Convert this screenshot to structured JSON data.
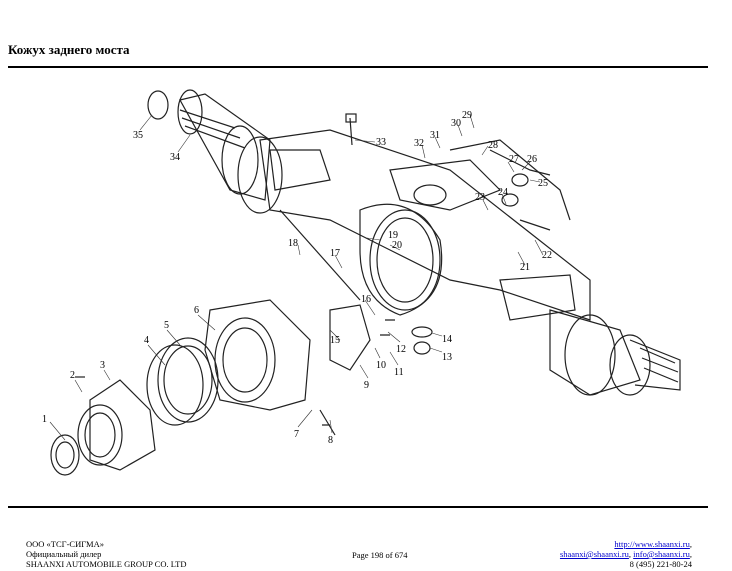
{
  "header": {
    "title": "Кожух заднего моста"
  },
  "diagram": {
    "callouts": [
      "1",
      "2",
      "3",
      "4",
      "5",
      "6",
      "7",
      "8",
      "9",
      "10",
      "11",
      "12",
      "13",
      "14",
      "15",
      "16",
      "17",
      "18",
      "19",
      "20",
      "21",
      "22",
      "23",
      "24",
      "25",
      "26",
      "27",
      "28",
      "29",
      "30",
      "31",
      "32",
      "33",
      "34",
      "35"
    ]
  },
  "footer": {
    "company": "ООО «ТСГ-СИГМА»",
    "dealer": "Официальный дилер",
    "manufacturer": "SHAANXI AUTOMOBILE GROUP CO. LTD",
    "page": "Page 198 of 674",
    "website": "http://www.shaanxi.ru",
    "website_suffix": ",",
    "email1": "shaanxi@shaanxi.ru",
    "email_sep": ", ",
    "email2": "info@shaanxi.ru",
    "email_suffix": ",",
    "phone": "8 (495) 221-80-24"
  }
}
